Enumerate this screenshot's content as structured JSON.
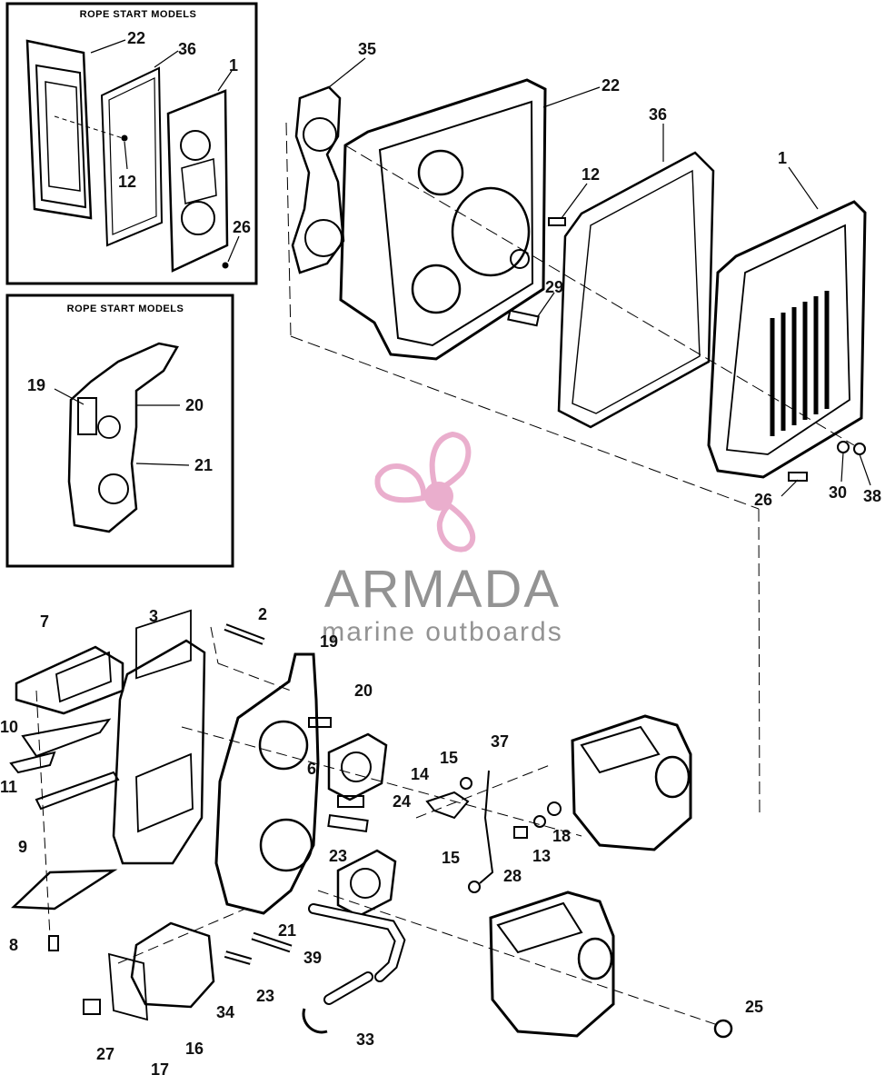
{
  "insets": [
    {
      "title": "ROPE START MODELS"
    },
    {
      "title": "ROPE START MODELS"
    }
  ],
  "watermark": {
    "brand": "ARMADA",
    "tagline": "marine outboards",
    "logo_color": "#e8a6c8",
    "text_color": "#888888"
  },
  "callouts": [
    {
      "id": "i1-22",
      "text": "22"
    },
    {
      "id": "i1-36",
      "text": "36"
    },
    {
      "id": "i1-1",
      "text": "1"
    },
    {
      "id": "i1-12",
      "text": "12"
    },
    {
      "id": "i1-26",
      "text": "26"
    },
    {
      "id": "i2-19",
      "text": "19"
    },
    {
      "id": "i2-20",
      "text": "20"
    },
    {
      "id": "i2-21",
      "text": "21"
    },
    {
      "id": "35",
      "text": "35"
    },
    {
      "id": "22",
      "text": "22"
    },
    {
      "id": "36",
      "text": "36"
    },
    {
      "id": "1",
      "text": "1"
    },
    {
      "id": "12",
      "text": "12"
    },
    {
      "id": "29",
      "text": "29"
    },
    {
      "id": "26",
      "text": "26"
    },
    {
      "id": "30",
      "text": "30"
    },
    {
      "id": "38",
      "text": "38"
    },
    {
      "id": "7",
      "text": "7"
    },
    {
      "id": "3",
      "text": "3"
    },
    {
      "id": "2",
      "text": "2"
    },
    {
      "id": "19",
      "text": "19"
    },
    {
      "id": "20",
      "text": "20"
    },
    {
      "id": "10",
      "text": "10"
    },
    {
      "id": "11",
      "text": "11"
    },
    {
      "id": "9",
      "text": "9"
    },
    {
      "id": "8",
      "text": "8"
    },
    {
      "id": "6",
      "text": "6"
    },
    {
      "id": "24",
      "text": "24"
    },
    {
      "id": "23a",
      "text": "23"
    },
    {
      "id": "21",
      "text": "21"
    },
    {
      "id": "14",
      "text": "14"
    },
    {
      "id": "15a",
      "text": "15"
    },
    {
      "id": "37",
      "text": "37"
    },
    {
      "id": "15b",
      "text": "15"
    },
    {
      "id": "13",
      "text": "13"
    },
    {
      "id": "18",
      "text": "18"
    },
    {
      "id": "28",
      "text": "28"
    },
    {
      "id": "39",
      "text": "39"
    },
    {
      "id": "23b",
      "text": "23"
    },
    {
      "id": "34",
      "text": "34"
    },
    {
      "id": "16",
      "text": "16"
    },
    {
      "id": "27",
      "text": "27"
    },
    {
      "id": "17",
      "text": "17"
    },
    {
      "id": "33",
      "text": "33"
    },
    {
      "id": "25",
      "text": "25"
    }
  ]
}
